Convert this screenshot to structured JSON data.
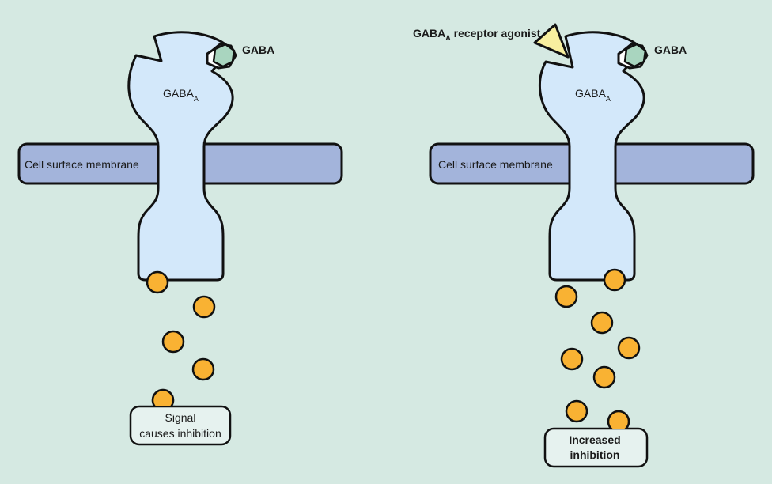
{
  "title": "GABA-A receptor agonist mechanism",
  "panels": [
    {
      "id": "left",
      "membrane_label": "Cell surface membrane",
      "receptor_label": "GABA",
      "receptor_subscript": "A",
      "ligand_label": "GABA",
      "result_line1": "Signal",
      "result_line2": "causes inhibition",
      "ion_count": 5
    },
    {
      "id": "right",
      "membrane_label": "Cell surface membrane",
      "receptor_label": "GABA",
      "receptor_subscript": "A",
      "ligand_label": "GABA",
      "agonist_label": "GABA",
      "agonist_subscript": "A",
      "agonist_suffix": " receptor agonist",
      "result_line1": "Increased",
      "result_line2": "inhibition",
      "ion_count": 8
    }
  ],
  "colors": {
    "background": "#d5e9e2",
    "membrane": "#a3b4db",
    "receptor": "#d3e8fa",
    "gaba": "#a9d5bf",
    "agonist": "#f8ef9f",
    "ion": "#f9b233",
    "result_box": "#e6f2ef"
  }
}
